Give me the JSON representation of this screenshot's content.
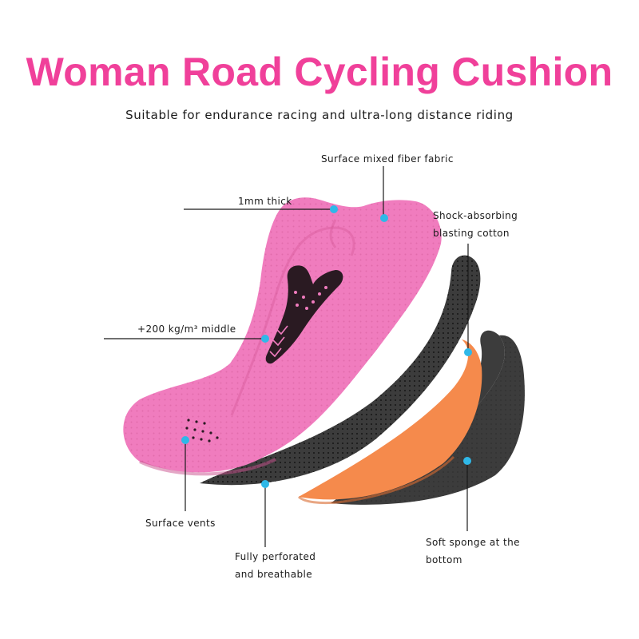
{
  "header": {
    "title": "Woman Road Cycling Cushion",
    "subtitle": "Suitable for endurance racing and ultra-long distance riding"
  },
  "labels": {
    "surface_fabric": "Surface mixed fiber fabric",
    "thickness": "1mm thick",
    "shock_line1": "Shock-absorbing",
    "shock_line2": "blasting cotton",
    "density": "+200 kg/m³ middle",
    "surface_vents": "Surface vents",
    "perforated_line1": "Fully perforated",
    "perforated_line2": "and breathable",
    "sponge_line1": "Soft sponge at the",
    "sponge_line2": "bottom"
  },
  "colors": {
    "title": "#f0409a",
    "text": "#1a1a1a",
    "pink_layer": "#f07cbe",
    "black_layer": "#3c3c3c",
    "orange_layer": "#f58a4c",
    "marker": "#2fb8e8"
  }
}
